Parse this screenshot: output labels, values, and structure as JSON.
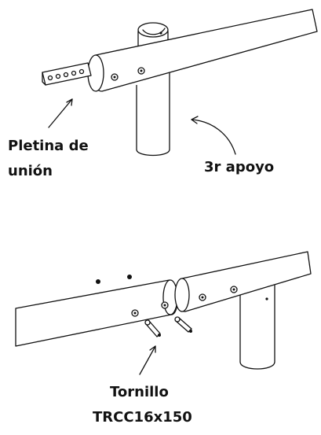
{
  "labels": {
    "plate_line1": "Pletina de",
    "plate_line2": "unión",
    "support": "3r  apoyo",
    "screw_line1": "Tornillo",
    "screw_line2": "TRCC16x150"
  },
  "colors": {
    "ink": "#111111",
    "background": "#ffffff"
  }
}
